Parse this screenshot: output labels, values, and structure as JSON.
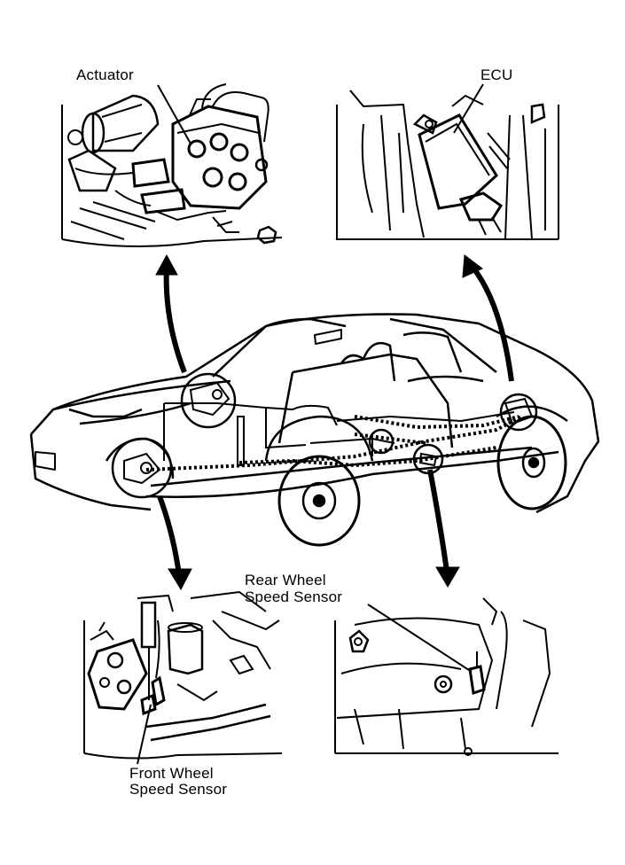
{
  "labels": {
    "actuator": "Actuator",
    "ecu": "ECU",
    "rear_line1": "Rear Wheel",
    "rear_line2": "Speed Sensor",
    "front_line1": "Front Wheel",
    "front_line2": "Speed Sensor"
  },
  "colors": {
    "ink": "#000000",
    "paper": "#ffffff"
  }
}
